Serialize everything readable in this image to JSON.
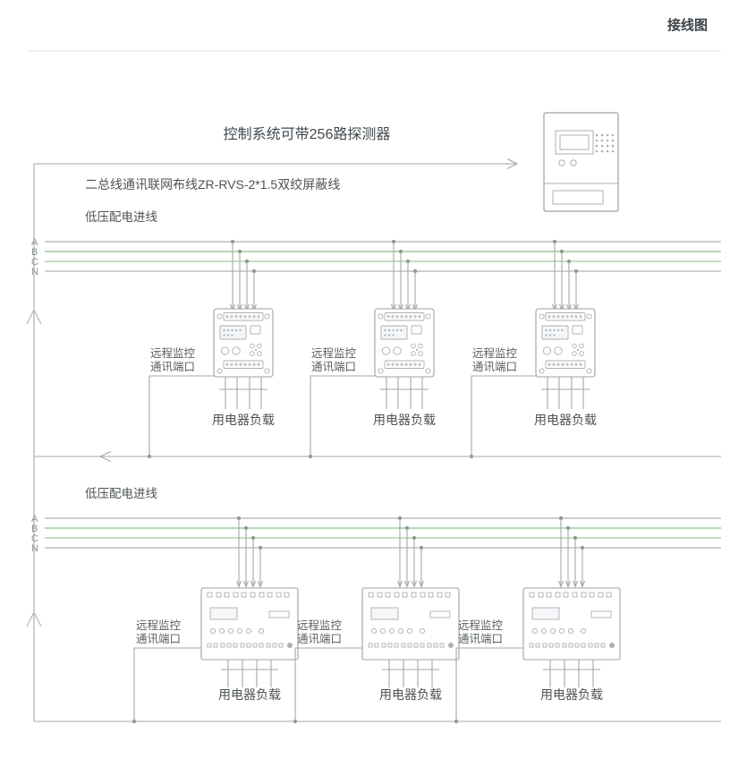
{
  "header": {
    "title": "接线图"
  },
  "colors": {
    "wire": "#a3aaa6",
    "phase_a": "#aeb5b1",
    "phase_b": "#8cbf8c",
    "phase_c": "#9fca9f",
    "phase_n": "#aeb5b1"
  },
  "diagram": {
    "system_title": "控制系统可带256路探测器",
    "bus_wiring_label": "二总线通讯联网布线ZR-RVS-2*1.5双绞屏蔽线",
    "incoming_line_label_top": "低压配电进线",
    "incoming_line_label_bottom": "低压配电进线",
    "phases": [
      "A",
      "B",
      "C",
      "N"
    ],
    "port_label": {
      "line1": "远程监控",
      "line2": "通讯端口"
    },
    "load_label": "用电器负载"
  }
}
